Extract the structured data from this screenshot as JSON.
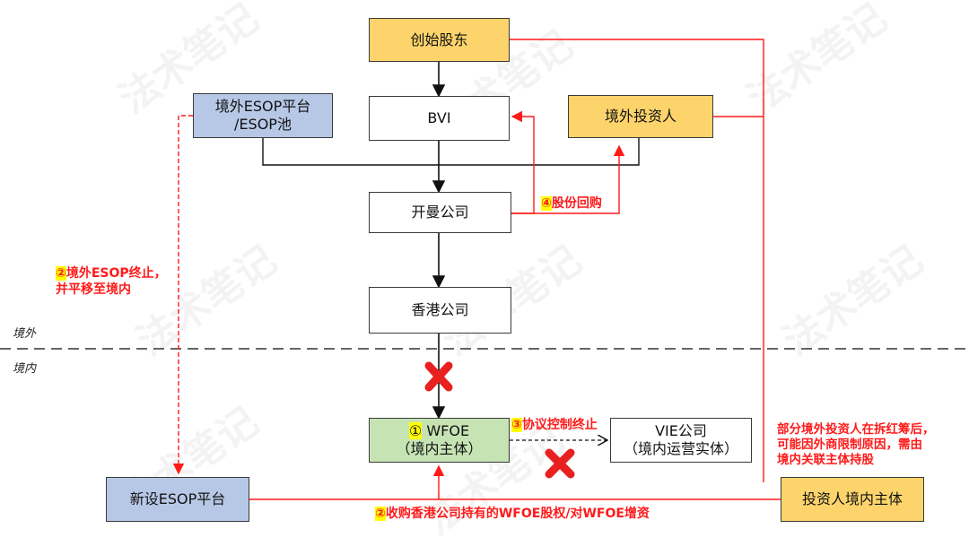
{
  "regions": {
    "overseas": "境外",
    "domestic": "境内"
  },
  "boxes": {
    "founder": "创始股东",
    "bvi": "BVI",
    "overseas_investor": "境外投资人",
    "esop_platform_l1": "境外ESOP平台",
    "esop_platform_l2": "/ESOP池",
    "cayman": "开曼公司",
    "hk": "香港公司",
    "wfoe_circle": "①",
    "wfoe_l1": "WFOE",
    "wfoe_l2": "（境内主体）",
    "vie_l1": "VIE公司",
    "vie_l2": "（境内运营实体）",
    "new_esop": "新设ESOP平台",
    "investor_domestic": "投资人境内主体"
  },
  "annotations": {
    "esop_badge": "②",
    "esop_l1": "境外ESOP终止，",
    "esop_l2": "并平移至境内",
    "buyback_badge": "④",
    "buyback": "股份回购",
    "vie_badge": "③",
    "vie_terminate": "协议控制终止",
    "acquire_badge": "②",
    "acquire": "收购香港公司持有的WFOE股权/对WFOE增资",
    "right_l1": "部分境外投资人在拆红筹后，",
    "right_l2": "可能因外商限制原因，需由",
    "right_l3": "境内关联主体持股"
  },
  "watermark": "法术笔记",
  "colors": {
    "yellow": "#fdd46b",
    "blue": "#b7c8e6",
    "green": "#c6e3b4",
    "red": "#ff1a1a",
    "badge": "#ffff00"
  }
}
